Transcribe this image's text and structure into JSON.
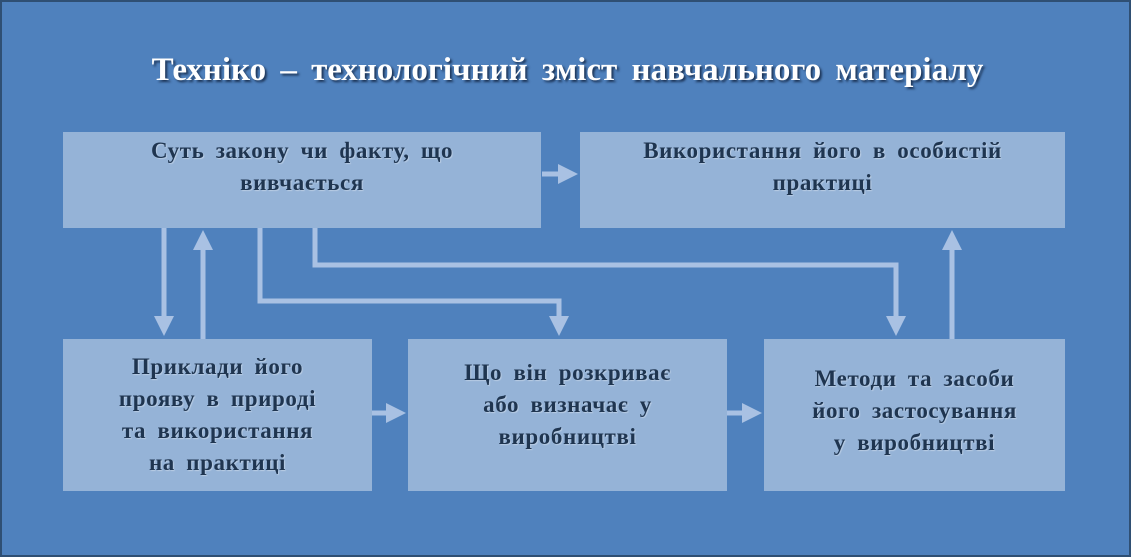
{
  "diagram": {
    "title": "Техніко – технологічний  зміст  навчального  матеріалу",
    "colors": {
      "background": "#4f81bd",
      "box_fill": "#95b3d7",
      "arrow": "#a9c1e3",
      "title_text": "#ffffff",
      "box_text": "#1f3550"
    },
    "boxes": {
      "essence": {
        "lines": [
          "Суть  закону  чи  факту,  що",
          "вивчається"
        ]
      },
      "personal_use": {
        "lines": [
          "Використання  його  в  особистій",
          "практиці"
        ]
      },
      "examples": {
        "lines": [
          "Приклади  його",
          "прояву  в  природі",
          "та  використання",
          "на  практиці"
        ]
      },
      "reveals": {
        "lines": [
          "Що  він  розкриває",
          "або  визначає  у",
          "виробництві"
        ]
      },
      "methods": {
        "lines": [
          "Методи  та  засоби",
          "його  застосування",
          "у  виробництві"
        ]
      }
    },
    "connections": [
      {
        "from": "essence",
        "to": "personal_use"
      },
      {
        "from": "essence",
        "to": "examples"
      },
      {
        "from": "examples",
        "to": "essence"
      },
      {
        "from": "essence",
        "to": "reveals"
      },
      {
        "from": "essence",
        "to": "methods"
      },
      {
        "from": "examples",
        "to": "reveals"
      },
      {
        "from": "reveals",
        "to": "methods"
      },
      {
        "from": "methods",
        "to": "personal_use"
      }
    ]
  }
}
